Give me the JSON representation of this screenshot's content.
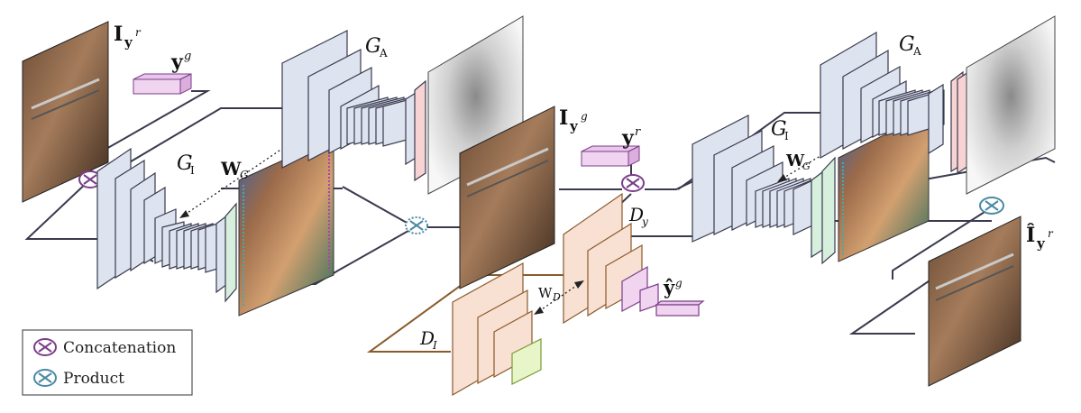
{
  "labels": {
    "real_image": {
      "main": "I",
      "sub": "y",
      "sup": "r"
    },
    "target_cond": {
      "main": "y",
      "sup": "g"
    },
    "generated_image": {
      "main": "I",
      "sub": "y",
      "sup": "g"
    },
    "orig_cond": {
      "main": "y",
      "sup": "r"
    },
    "recon_image": {
      "main": "Î",
      "sub": "y",
      "sup": "r"
    },
    "gen_attention_1": {
      "main": "G",
      "sub": "A"
    },
    "gen_color_1": {
      "main": "G",
      "sub": "I"
    },
    "gen_attention_2": {
      "main": "G",
      "sub": "A"
    },
    "gen_color_2": {
      "main": "G",
      "sub": "I"
    },
    "weights_g_1": {
      "main": "W",
      "sub": "G"
    },
    "weights_g_2": {
      "main": "W",
      "sub": "G"
    },
    "disc_cond": {
      "main": "D",
      "sub": "y"
    },
    "disc_img": {
      "main": "D",
      "sub": "I"
    },
    "weights_d": {
      "main": "W",
      "sub": "D"
    },
    "predicted_cond": {
      "main": "ŷ",
      "sup": "g"
    }
  },
  "legend": {
    "concat_label": "Concatenation",
    "product_label": "Product"
  },
  "colors": {
    "layer_blue": "#dde4f0",
    "layer_orange": "#f8e0d2",
    "layer_pink": "#f1d4f0",
    "layer_green": "#e8f5c8",
    "concat_purple": "#7a3e8a",
    "product_teal": "#4a8aa3",
    "line_dark": "#3a3a4e",
    "line_brown": "#8a5a2b"
  }
}
